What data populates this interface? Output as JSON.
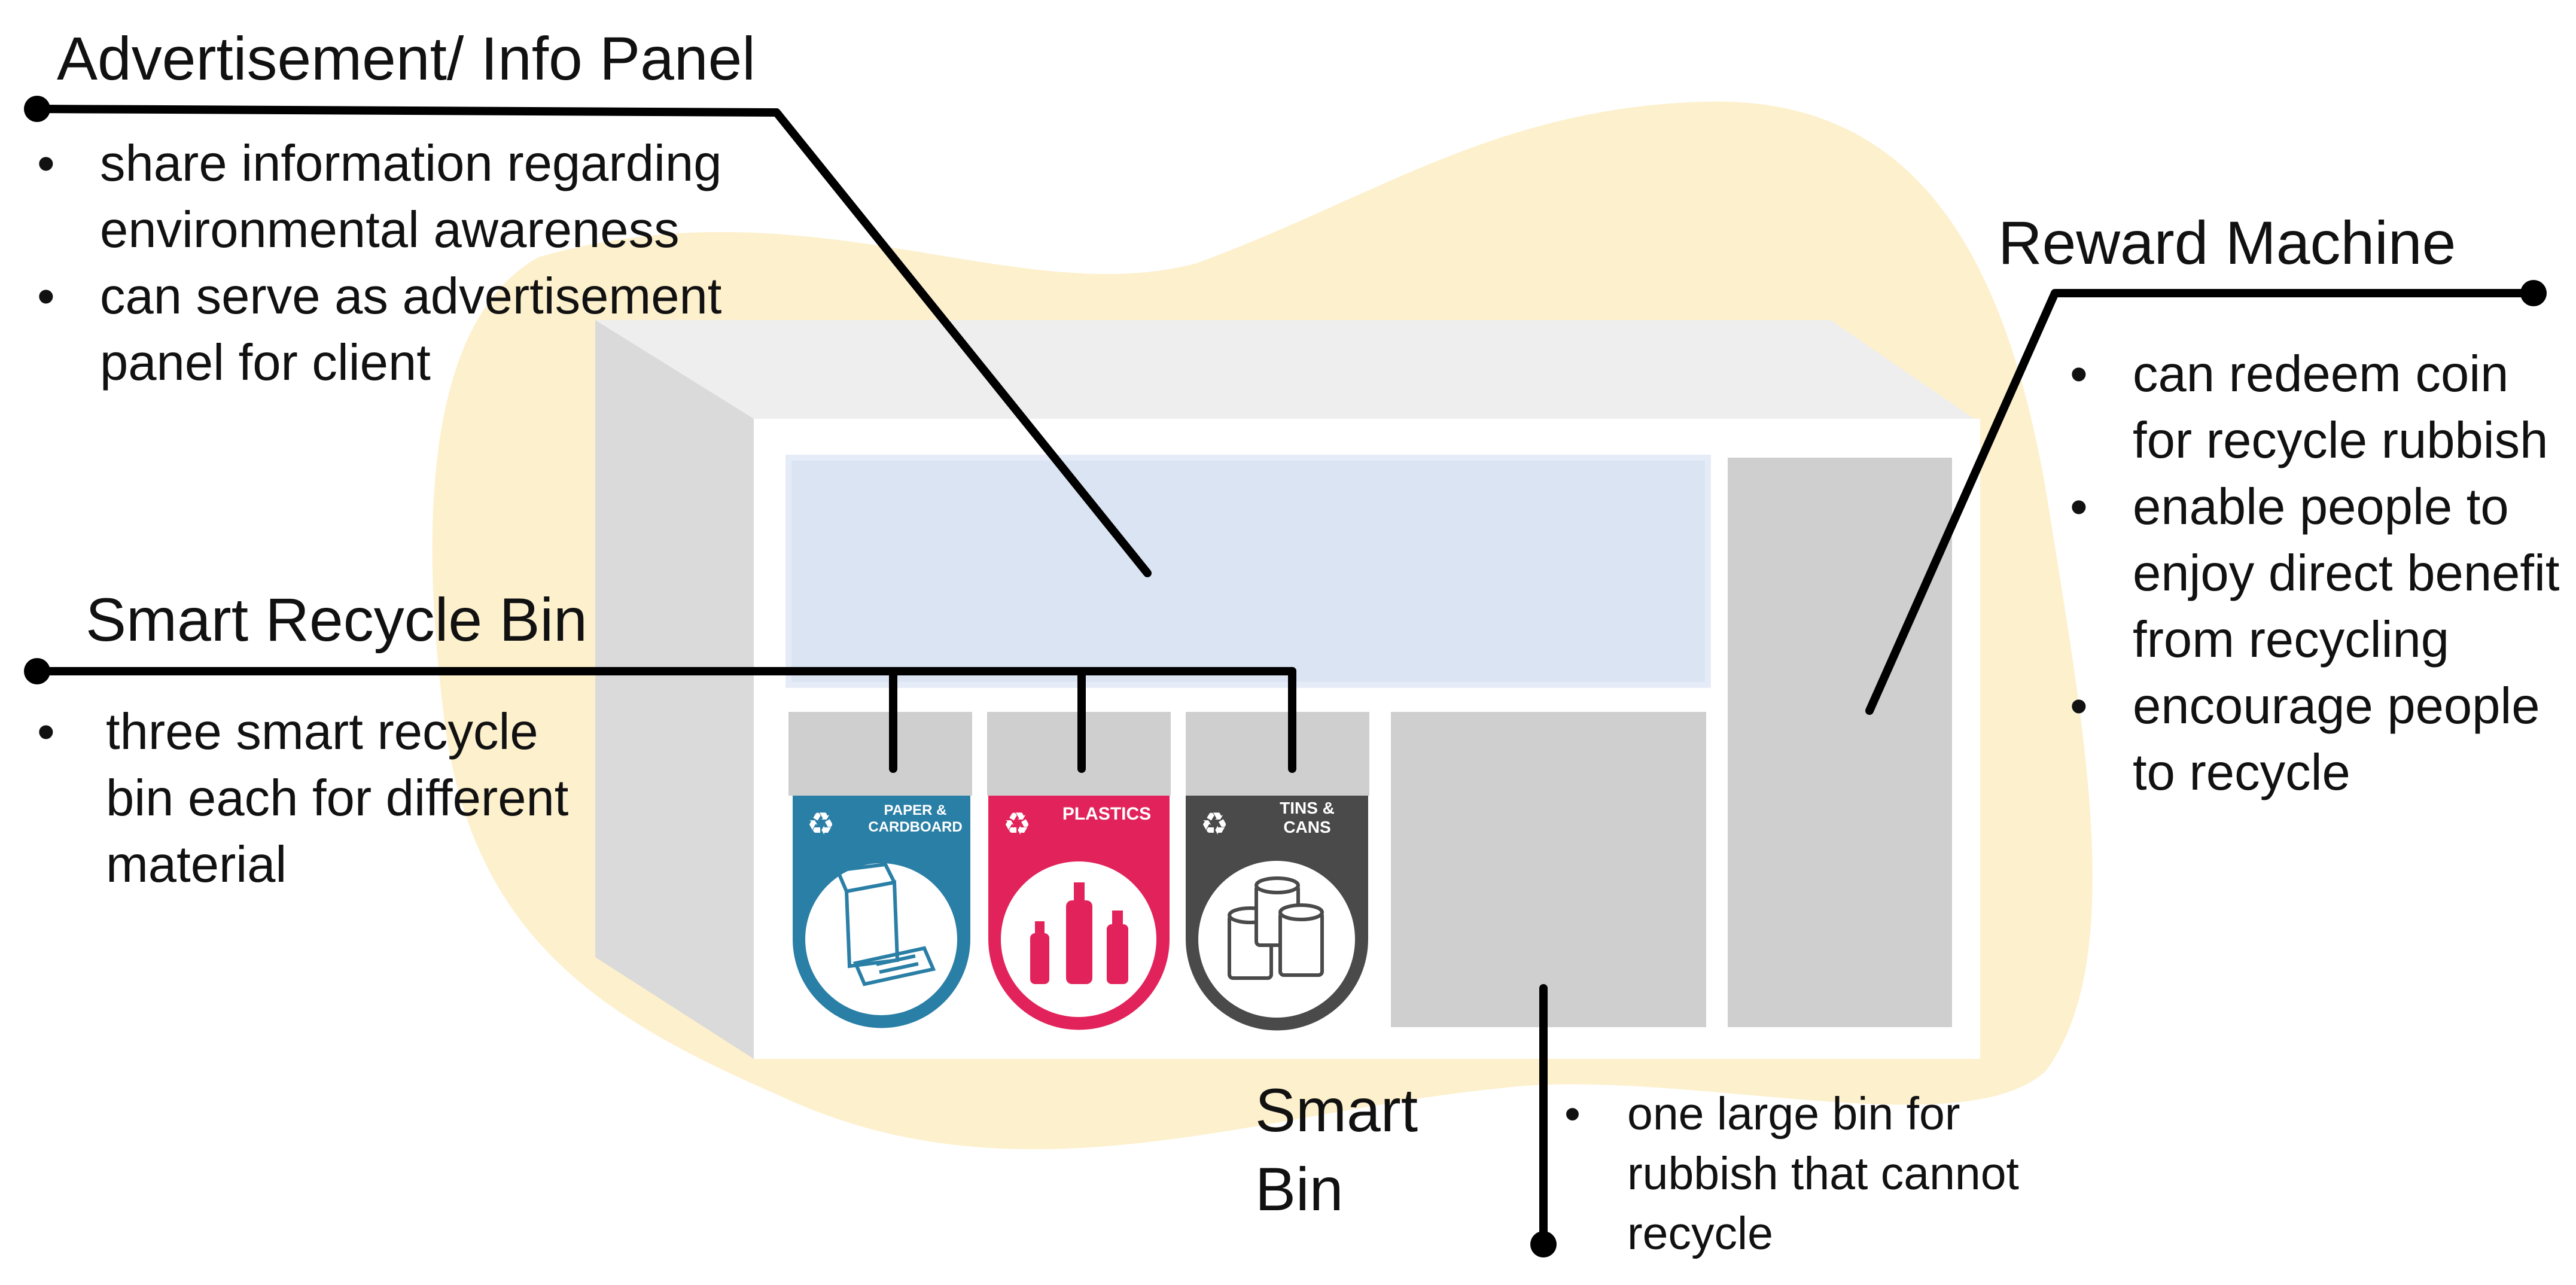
{
  "ad_panel": {
    "title": "Advertisement/ Info Panel",
    "bullets": [
      "share information regarding environmental awareness",
      "can serve as advertisement panel for client"
    ]
  },
  "smart_recycle_bin": {
    "title": "Smart Recycle Bin",
    "bullets": [
      "three smart recycle bin each for different material"
    ]
  },
  "reward_machine": {
    "title": "Reward Machine",
    "bullets": [
      "can redeem coin for recycle rubbish",
      "enable people to enjoy direct benefit from recycling",
      "encourage people to recycle"
    ]
  },
  "smart_bin": {
    "title_line1": "Smart",
    "title_line2": "Bin",
    "bullets": [
      "one large bin for rubbish that cannot recycle"
    ]
  },
  "bins": [
    {
      "line1": "PAPER &",
      "line2": "CARDBOARD",
      "color": "#2a7fa6",
      "icon": "paper-cardboard-icon"
    },
    {
      "line1": "PLASTICS",
      "line2": "",
      "color": "#e2235b",
      "icon": "plastic-bottles-icon"
    },
    {
      "line1": "TINS &",
      "line2": "CANS",
      "color": "#4a4a4a",
      "icon": "tin-cans-icon"
    }
  ],
  "colors": {
    "blob": "#fdf0cd",
    "panel": "#dbe4f3",
    "machine_gray": "#d0cfcf",
    "leader": "#000000"
  }
}
